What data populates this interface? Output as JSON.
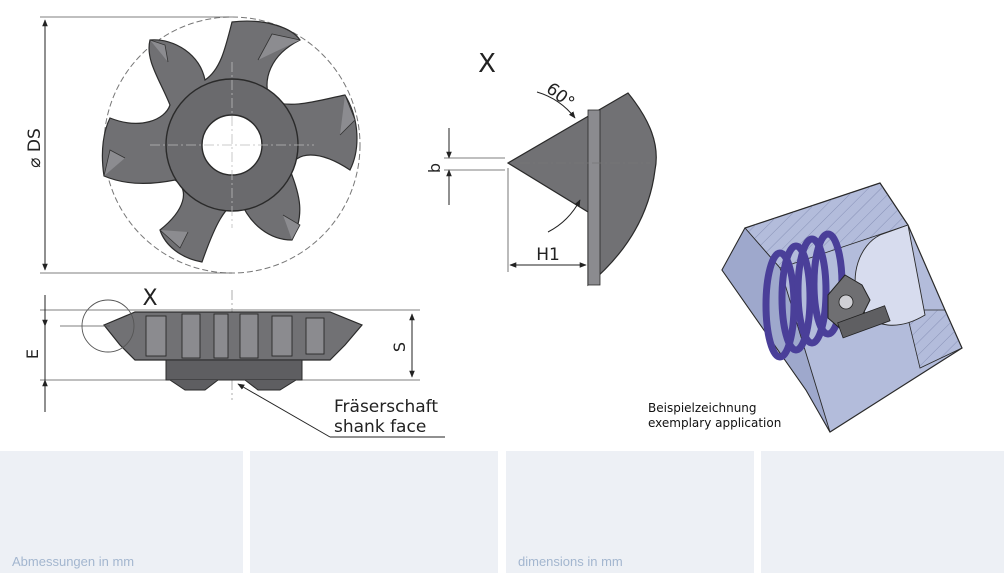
{
  "labels": {
    "diameter": "⌀ DS",
    "view_x": "X",
    "view_x_detail": "X",
    "angle": "60°",
    "b": "b",
    "h1": "H1",
    "e": "E",
    "s": "S",
    "shank_de": "Fräserschaft",
    "shank_en": "shank face",
    "example_de": "Beispielzeichnung",
    "example_en": "exemplary application"
  },
  "panels": [
    {
      "label": "Abmessungen in mm"
    },
    {
      "label": ""
    },
    {
      "label": "dimensions in mm"
    },
    {
      "label": ""
    }
  ],
  "colors": {
    "steel": "#6f6f72",
    "steel_dark": "#4a4a4d",
    "block": "#a9b3d4",
    "thread": "#5a4fa8",
    "panel": "#edf0f5",
    "panel_text": "#a3b6cf"
  }
}
